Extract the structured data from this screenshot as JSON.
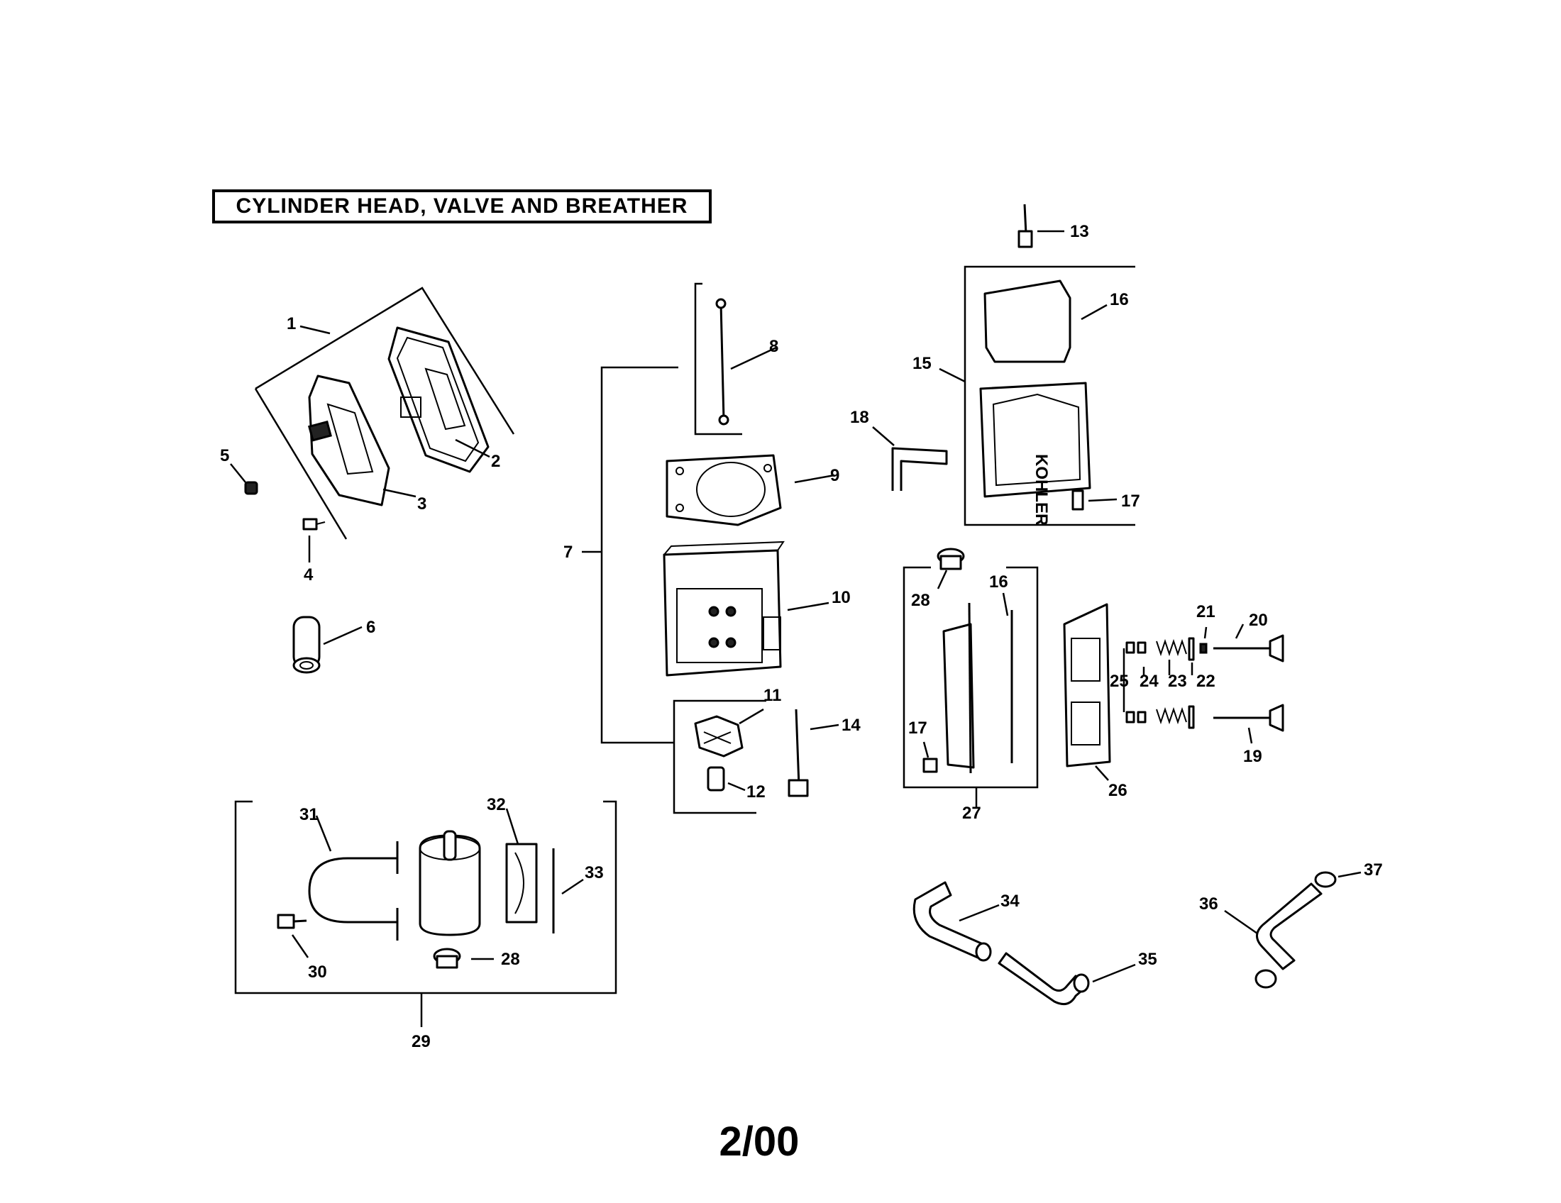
{
  "title": "CYLINDER HEAD, VALVE AND BREATHER",
  "date_code": "2/00",
  "part_labels": {
    "p1": "1",
    "p2": "2",
    "p3": "3",
    "p4": "4",
    "p5": "5",
    "p6": "6",
    "p7": "7",
    "p8": "8",
    "p9": "9",
    "p10": "10",
    "p11": "11",
    "p12": "12",
    "p13": "13",
    "p14": "14",
    "p15": "15",
    "p16a": "16",
    "p16b": "16",
    "p17a": "17",
    "p17b": "17",
    "p18": "18",
    "p19": "19",
    "p20": "20",
    "p21": "21",
    "p22": "22",
    "p23": "23",
    "p24": "24",
    "p25": "25",
    "p26": "26",
    "p27": "27",
    "p28a": "28",
    "p28b": "28",
    "p29": "29",
    "p30": "30",
    "p31": "31",
    "p32": "32",
    "p33": "33",
    "p34": "34",
    "p35": "35",
    "p36": "36",
    "p37": "37"
  },
  "cover_text": "KOHLER"
}
